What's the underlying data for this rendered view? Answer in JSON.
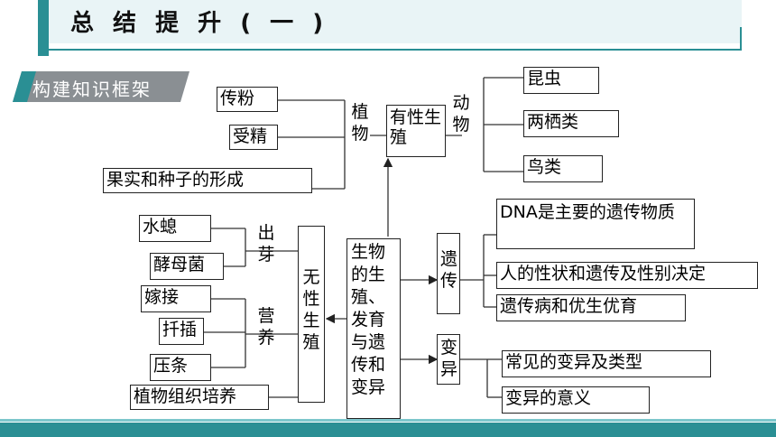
{
  "header": {
    "title": "总 结 提 升 ( 一 )"
  },
  "badge": {
    "label": "构建知识框架"
  },
  "diagram": {
    "center": "生物的生殖、发育与遗传和变异",
    "sexual": {
      "label": "有性生殖",
      "plant_label": "植物",
      "animal_label": "动物",
      "plant_items": [
        "传粉",
        "受精",
        "果实和种子的形成"
      ],
      "animal_items": [
        "昆虫",
        "两栖类",
        "鸟类"
      ]
    },
    "asexual": {
      "label": "无性生殖",
      "budding_label": "出芽",
      "budding_items": [
        "水螅",
        "酵母菌"
      ],
      "vegetative_label": "营养",
      "vegetative_items": [
        "嫁接",
        "扦插",
        "压条"
      ],
      "tissue_culture": "植物组织培养"
    },
    "heredity": {
      "label": "遗传",
      "items": [
        "DNA是主要的遗传物质",
        "人的性状和遗传及性别决定",
        "遗传病和优生优育"
      ]
    },
    "variation": {
      "label": "变异",
      "items": [
        "常见的变异及类型",
        "变异的意义"
      ]
    }
  }
}
